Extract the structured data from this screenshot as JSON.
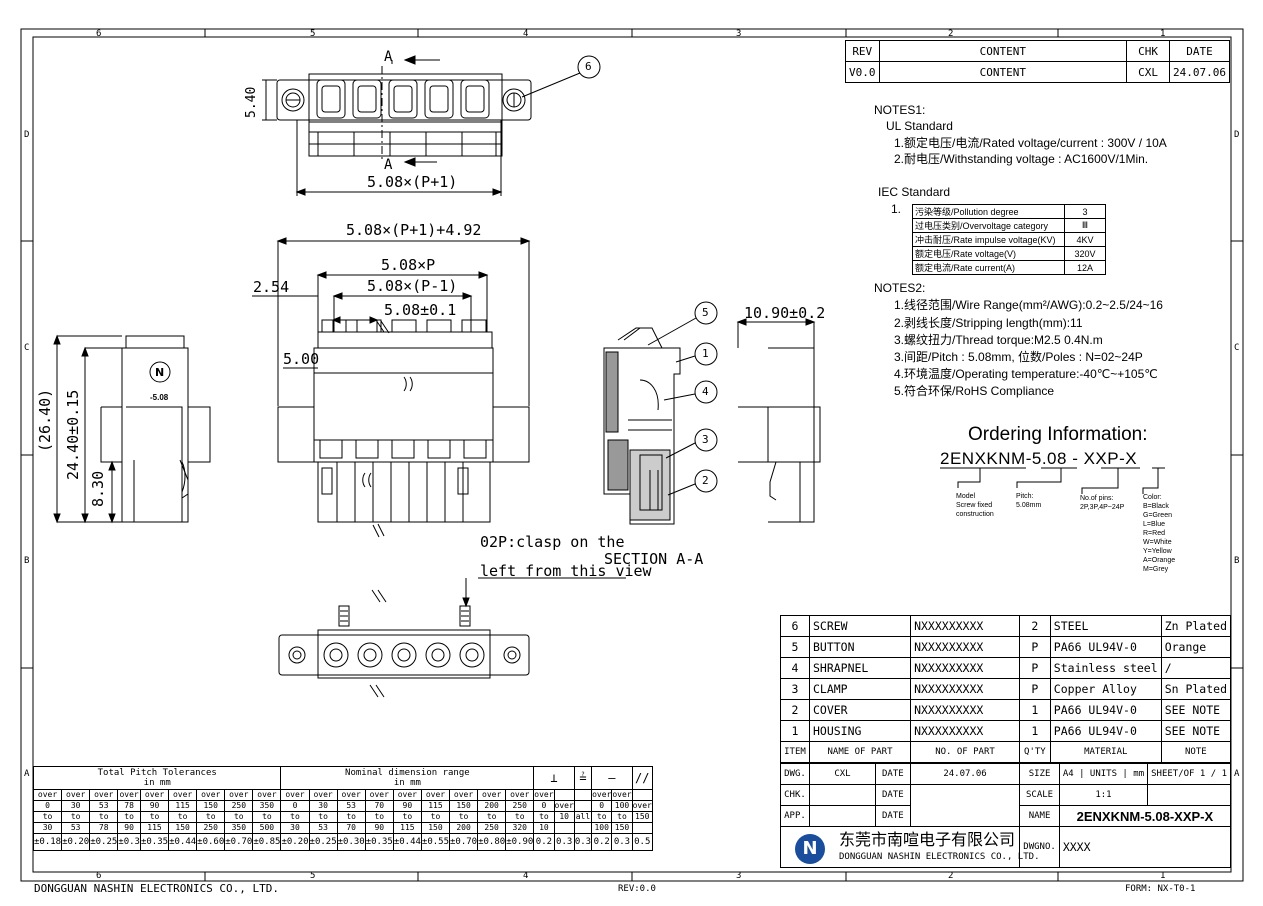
{
  "frame": {
    "top_zones": [
      "6",
      "5",
      "4",
      "3",
      "2",
      "1"
    ],
    "bottom_zones": [
      "6",
      "5",
      "4",
      "3",
      "2",
      "1"
    ],
    "left_zones": [
      "D",
      "C",
      "B",
      "A"
    ],
    "right_zones": [
      "D",
      "C",
      "B",
      "A"
    ],
    "footer_left": "DONGGUAN NASHIN ELECTRONICS CO., LTD.",
    "footer_center": "REV:0.0",
    "footer_right": "FORM: NX-T0-1"
  },
  "revision_table": {
    "headers": [
      "REV",
      "CONTENT",
      "CHK",
      "DATE"
    ],
    "row": [
      "V0.0",
      "CONTENT",
      "CXL",
      "24.07.06"
    ]
  },
  "notes1": {
    "title": "NOTES1:",
    "ul_title": "UL Standard",
    "ul_items": [
      "1.额定电压/电流/Rated voltage/current : 300V / 10A",
      "2.耐电压/Withstanding voltage : AC1600V/1Min."
    ],
    "iec_title": "IEC Standard",
    "iec_num": "1.",
    "iec_rows": [
      [
        "污染等级/Pollution degree",
        "3"
      ],
      [
        "过电压类别/Overvoltage category",
        "Ⅲ"
      ],
      [
        "冲击耐压/Rate impulse voltage(KV)",
        "4KV"
      ],
      [
        "额定电压/Rate voltage(V)",
        "320V"
      ],
      [
        "额定电流/Rate current(A)",
        "12A"
      ]
    ]
  },
  "notes2": {
    "title": "NOTES2:",
    "items": [
      "1.线径范围/Wire Range(mm²/AWG):0.2~2.5/24~16",
      "2.剥线长度/Stripping length(mm):11",
      "3.螺纹扭力/Thread torque:M2.5 0.4N.m",
      "3.间距/Pitch : 5.08mm, 位数/Poles : N=02~24P",
      "4.环境温度/Operating temperature:-40℃~+105℃",
      "5.符合环保/RoHS Compliance"
    ]
  },
  "ordering": {
    "title": "Ordering Information:",
    "code_parts": [
      "2ENXKNM",
      "-",
      "5.08",
      "-",
      "XXP",
      "-",
      "X"
    ],
    "model_label": "Model\nScrew fixed\nconstruction",
    "pitch_label": "Pitch:\n5.08mm",
    "pins_label": "No.of pins:\n2P,3P,4P~24P",
    "color_label": "Color:\nB=Black\nG=Green\nL=Blue\nR=Red\nW=White\nY=Yellow\nA=Orange\nM=Grey"
  },
  "dimensions": {
    "d_540": "5.40",
    "d_508p1": "5.08×(P+1)",
    "d_508p1_492": "5.08×(P+1)+4.92",
    "d_508p": "5.08×P",
    "d_508pm1": "5.08×(P-1)",
    "d_508_01": "5.08±0.1",
    "d_254": "2.54",
    "d_500": "5.00",
    "d_2640": "(26.40)",
    "d_2440": "24.40±0.15",
    "d_830": "8.30",
    "d_1090": "10.90±0.2",
    "section_label": "A",
    "section_title": "SECTION A-A",
    "clasp_note_1": "02P:clasp on the",
    "clasp_note_2": "left from this view",
    "side_mark": "-5.08",
    "callouts": [
      "6",
      "5",
      "1",
      "4",
      "3",
      "2"
    ]
  },
  "bom": {
    "rows": [
      [
        "6",
        "SCREW",
        "NXXXXXXXXX",
        "2",
        "STEEL",
        "Zn Plated"
      ],
      [
        "5",
        "BUTTON",
        "NXXXXXXXXX",
        "P",
        "PA66 UL94V-0",
        "Orange"
      ],
      [
        "4",
        "SHRAPNEL",
        "NXXXXXXXXX",
        "P",
        "Stainless steel",
        "/"
      ],
      [
        "3",
        "CLAMP",
        "NXXXXXXXXX",
        "P",
        "Copper Alloy",
        "Sn Plated"
      ],
      [
        "2",
        "COVER",
        "NXXXXXXXXX",
        "1",
        "PA66 UL94V-0",
        "SEE NOTE"
      ],
      [
        "1",
        "HOUSING",
        "NXXXXXXXXX",
        "1",
        "PA66 UL94V-0",
        "SEE NOTE"
      ]
    ],
    "header": [
      "ITEM",
      "NAME OF PART",
      "NO. OF PART",
      "Q'TY",
      "MATERIAL",
      "NOTE"
    ]
  },
  "title_block": {
    "dwg": "DWG.",
    "dwg_by": "CXL",
    "date_lbl": "DATE",
    "dwg_date": "24.07.06",
    "size_lbl": "SIZE",
    "size": "A4",
    "units_lbl": "UNITS",
    "units": "mm",
    "sheet_lbl": "SHEET/OF",
    "sheet": "1 / 1",
    "chk": "CHK.",
    "app": "APP.",
    "scale_lbl": "SCALE",
    "scale": "1:1",
    "name_lbl": "NAME",
    "name": "2ENXKNM-5.08-XXP-X",
    "company_cn": "东莞市南喧电子有限公司",
    "company_en": "DONGGUAN NASHIN ELECTRONICS CO., LTD.",
    "dwgno_lbl": "DWGNO.",
    "dwgno": "XXXX",
    "logo": "N"
  },
  "tolerance": {
    "title1": "Total Pitch Tolerances",
    "title1_sub": "in mm",
    "title2": "Nominal dimension range",
    "title2_sub": "in mm",
    "symbols": [
      "⊥",
      "≟",
      "—",
      "//"
    ],
    "pitch_cols": [
      [
        "over",
        "0",
        "to",
        "30",
        "±0.18"
      ],
      [
        "over",
        "30",
        "to",
        "53",
        "±0.20"
      ],
      [
        "over",
        "53",
        "to",
        "78",
        "±0.25"
      ],
      [
        "over",
        "78",
        "to",
        "90",
        "±0.3"
      ],
      [
        "over",
        "90",
        "to",
        "115",
        "±0.35"
      ],
      [
        "over",
        "115",
        "to",
        "150",
        "±0.44"
      ],
      [
        "over",
        "150",
        "to",
        "250",
        "±0.60"
      ],
      [
        "over",
        "250",
        "to",
        "350",
        "±0.70"
      ],
      [
        "over",
        "350",
        "to",
        "500",
        "±0.85"
      ]
    ],
    "nominal_cols": [
      [
        "over",
        "0",
        "to",
        "30",
        "±0.20"
      ],
      [
        "over",
        "30",
        "to",
        "53",
        "±0.25"
      ],
      [
        "over",
        "53",
        "to",
        "70",
        "±0.30"
      ],
      [
        "over",
        "70",
        "to",
        "90",
        "±0.35"
      ],
      [
        "over",
        "90",
        "to",
        "115",
        "±0.44"
      ],
      [
        "over",
        "115",
        "to",
        "150",
        "±0.55"
      ],
      [
        "over",
        "150",
        "to",
        "200",
        "±0.70"
      ],
      [
        "over",
        "200",
        "to",
        "250",
        "±0.80"
      ],
      [
        "over",
        "250",
        "to",
        "320",
        "±0.90"
      ]
    ],
    "sym_cols": [
      [
        "over",
        "0",
        "to",
        "10",
        "0.2"
      ],
      [
        "",
        "over",
        "10",
        "",
        "0.3"
      ],
      [
        "",
        "",
        "all",
        "",
        "0.3"
      ],
      [
        "over",
        "0",
        "to",
        "100",
        "0.2"
      ],
      [
        "over",
        "100",
        "to",
        "150",
        "0.3"
      ],
      [
        "",
        "over",
        "150",
        "",
        "0.5"
      ]
    ]
  }
}
